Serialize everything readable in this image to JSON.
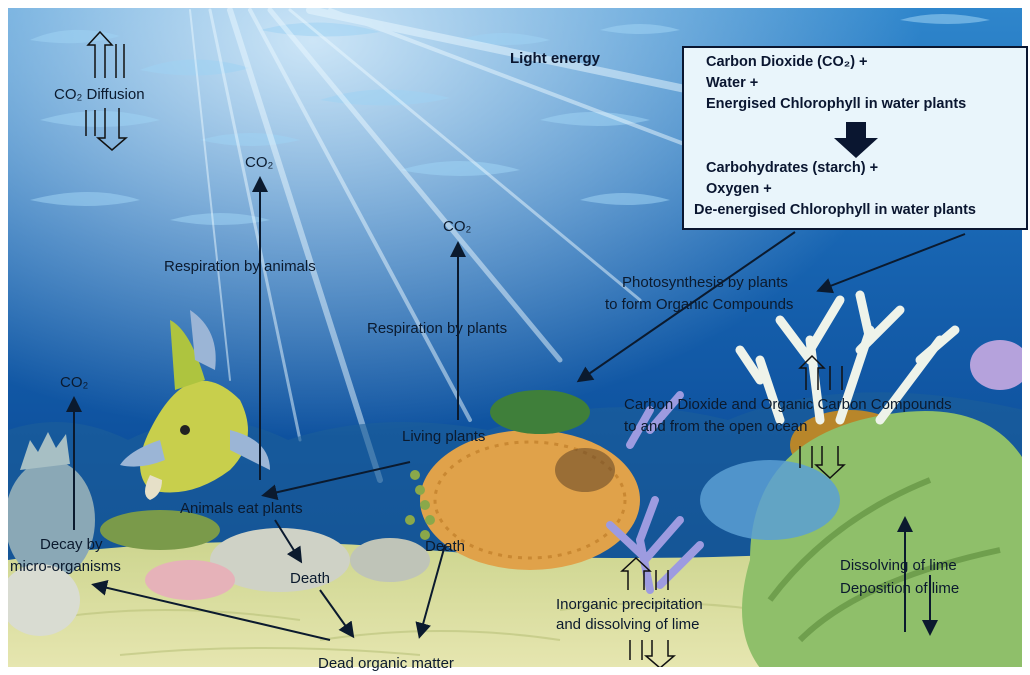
{
  "colors": {
    "water_top": "#1f6fb8",
    "water_mid": "#0f58a6",
    "water_deep": "#0a3f8a",
    "sand": "#d8dc9a",
    "box_bg": "#e9f5fb",
    "box_border": "#0a1630",
    "text": "#0b1a2e"
  },
  "labels": {
    "co2_diffusion": "CO₂ Diffusion",
    "light_energy": "Light energy",
    "co2_animals": "CO₂",
    "respiration_animals": "Respiration by animals",
    "co2_plants": "CO₂",
    "respiration_plants": "Respiration by plants",
    "co2_left": "CO₂",
    "photosynthesis_1": "Photosynthesis by plants",
    "photosynthesis_2": "to form Organic Compounds",
    "exchange_1": "Carbon Dioxide and Organic Carbon Compounds",
    "exchange_2": "to and from the open ocean",
    "living_plants": "Living plants",
    "animals_eat_plants": "Animals eat plants",
    "decay_1": "Decay by",
    "decay_2": "micro-organisms",
    "death_plants": "Death",
    "death_animals": "Death",
    "dissolving_lime": "Dissolving of lime",
    "deposition_lime": "Deposition of lime",
    "inorganic_1": "Inorganic precipitation",
    "inorganic_2": "and dissolving of lime",
    "dead_organic": "Dead organic matter"
  },
  "equation_box": {
    "reactant_1": "Carbon Dioxide (CO₂) +",
    "reactant_2": "Water +",
    "reactant_3": "Energised Chlorophyll in water plants",
    "product_1": "Carbohydrates (starch) +",
    "product_2": "Oxygen +",
    "product_3": "De-energised Chlorophyll in water plants"
  }
}
